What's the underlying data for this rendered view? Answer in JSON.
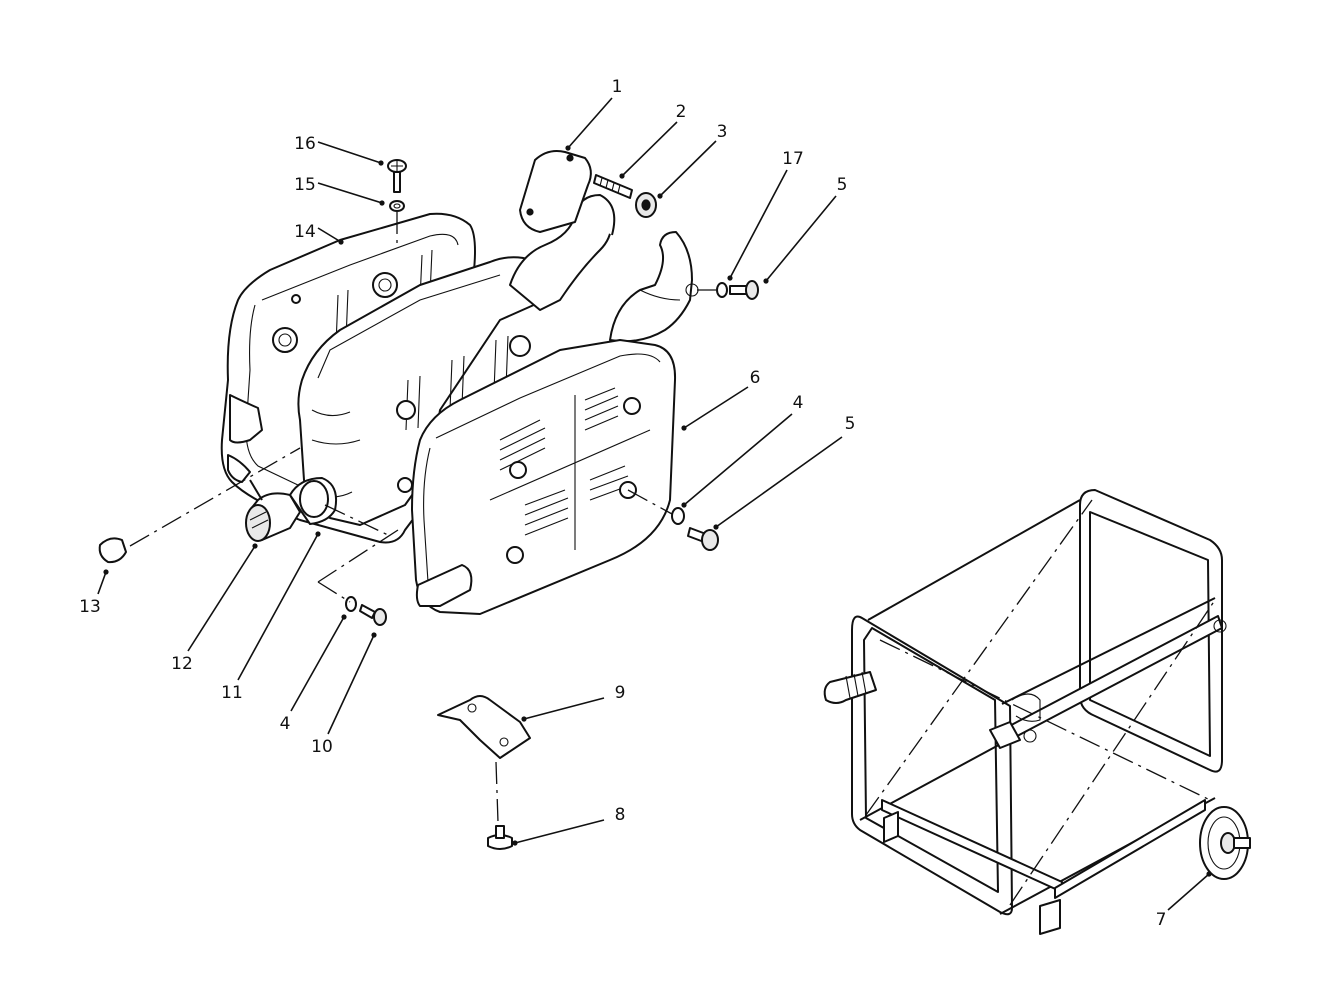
{
  "diagram": {
    "callouts": [
      {
        "id": "c1",
        "label": "1"
      },
      {
        "id": "c2",
        "label": "2"
      },
      {
        "id": "c3",
        "label": "3"
      },
      {
        "id": "c17",
        "label": "17"
      },
      {
        "id": "c5a",
        "label": "5"
      },
      {
        "id": "c16",
        "label": "16"
      },
      {
        "id": "c15",
        "label": "15"
      },
      {
        "id": "c14",
        "label": "14"
      },
      {
        "id": "c6",
        "label": "6"
      },
      {
        "id": "c4a",
        "label": "4"
      },
      {
        "id": "c5b",
        "label": "5"
      },
      {
        "id": "c13",
        "label": "13"
      },
      {
        "id": "c12",
        "label": "12"
      },
      {
        "id": "c11",
        "label": "11"
      },
      {
        "id": "c4b",
        "label": "4"
      },
      {
        "id": "c10",
        "label": "10"
      },
      {
        "id": "c9",
        "label": "9"
      },
      {
        "id": "c8",
        "label": "8"
      },
      {
        "id": "c7",
        "label": "7"
      }
    ],
    "parts": {
      "exhaust_flange": "flange-gasket",
      "stud": "stud",
      "nut": "nut",
      "muffler_outer_cover": "heat-shield-cover",
      "muffler_body": "muffler",
      "spark_arrestor": "spark-arrestor",
      "frame": "tube-frame",
      "bracket": "muffler-bracket"
    }
  }
}
